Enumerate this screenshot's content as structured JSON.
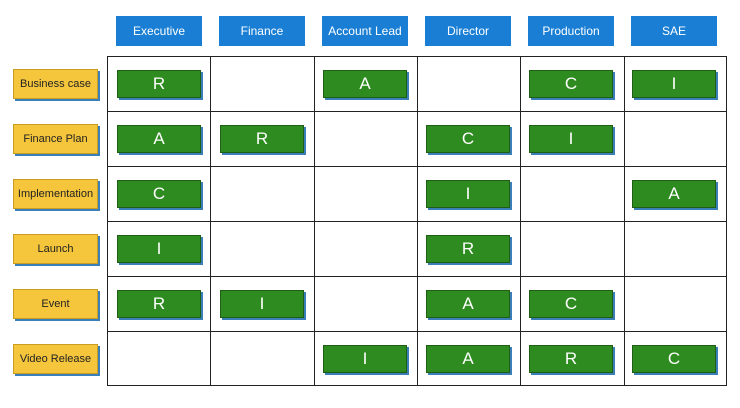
{
  "columns": [
    "Executive",
    "Finance",
    "Account Lead",
    "Director",
    "Production",
    "SAE"
  ],
  "rows": [
    {
      "label": "Business case",
      "cells": [
        "R",
        "",
        "A",
        "",
        "C",
        "I"
      ]
    },
    {
      "label": "Finance Plan",
      "cells": [
        "A",
        "R",
        "",
        "C",
        "I",
        ""
      ]
    },
    {
      "label": "Implementation",
      "cells": [
        "C",
        "",
        "",
        "I",
        "",
        "A"
      ]
    },
    {
      "label": "Launch",
      "cells": [
        "I",
        "",
        "",
        "R",
        "",
        ""
      ]
    },
    {
      "label": "Event",
      "cells": [
        "R",
        "I",
        "",
        "A",
        "C",
        ""
      ]
    },
    {
      "label": "Video Release",
      "cells": [
        "",
        "",
        "I",
        "A",
        "R",
        "C"
      ]
    }
  ],
  "colors": {
    "header": "#1a7fd4",
    "row_label": "#f5c63c",
    "tag": "#2e8b1f"
  }
}
